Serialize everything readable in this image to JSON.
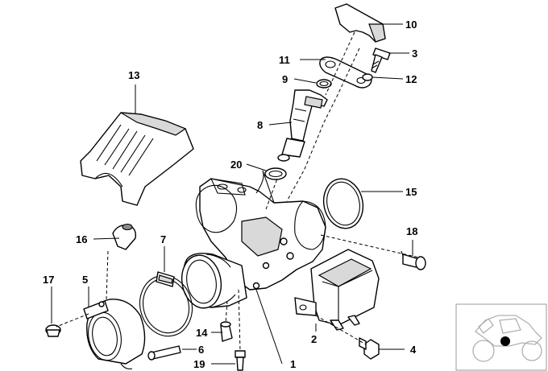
{
  "callouts": [
    {
      "id": "1",
      "label": "1"
    },
    {
      "id": "2",
      "label": "2"
    },
    {
      "id": "3",
      "label": "3"
    },
    {
      "id": "4",
      "label": "4"
    },
    {
      "id": "5",
      "label": "5"
    },
    {
      "id": "6",
      "label": "6"
    },
    {
      "id": "7",
      "label": "7"
    },
    {
      "id": "8",
      "label": "8"
    },
    {
      "id": "9",
      "label": "9"
    },
    {
      "id": "10",
      "label": "10"
    },
    {
      "id": "11",
      "label": "11"
    },
    {
      "id": "12",
      "label": "12"
    },
    {
      "id": "13",
      "label": "13"
    },
    {
      "id": "14",
      "label": "14"
    },
    {
      "id": "15",
      "label": "15"
    },
    {
      "id": "16",
      "label": "16"
    },
    {
      "id": "17",
      "label": "17"
    },
    {
      "id": "18",
      "label": "18"
    },
    {
      "id": "19",
      "label": "19"
    },
    {
      "id": "20",
      "label": "20"
    }
  ],
  "thumbnail": {
    "icon": "motorcycle-location-icon",
    "marker_color": "#000000"
  },
  "colors": {
    "line": "#000000",
    "shade": "#d9d9d9",
    "background": "#ffffff"
  }
}
